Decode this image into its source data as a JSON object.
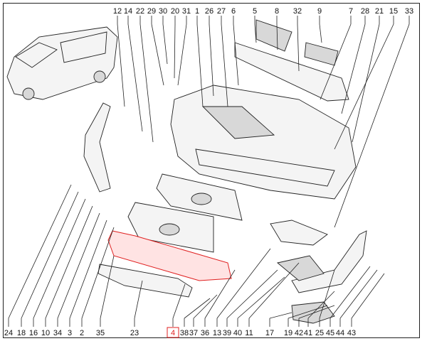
{
  "diagram": {
    "title": "Front bumper assembly parts diagram",
    "top_callouts": [
      "12",
      "14",
      "22",
      "29",
      "30",
      "20",
      "31",
      "1",
      "26",
      "27",
      "6",
      "5",
      "8",
      "32",
      "9",
      "7",
      "28",
      "21",
      "15",
      "33"
    ],
    "bottom_callouts": [
      "24",
      "18",
      "16",
      "10",
      "34",
      "3",
      "2",
      "35",
      "23",
      "4",
      "38",
      "37",
      "36",
      "13",
      "39",
      "40",
      "11",
      "17",
      "19",
      "42",
      "41",
      "25",
      "45",
      "44",
      "43"
    ],
    "highlighted_callout": "4",
    "highlight_color": "#e02020"
  }
}
